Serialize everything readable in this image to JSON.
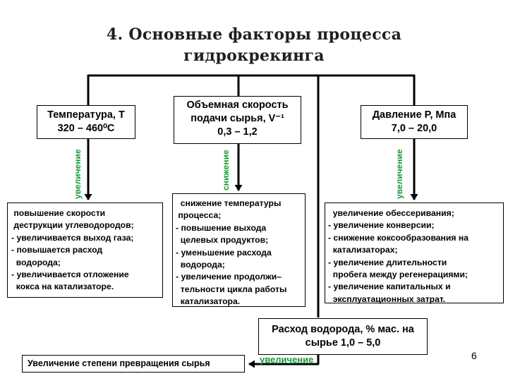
{
  "title": {
    "line1": "4. Основные факторы процесса",
    "line2": "гидрокрекинга"
  },
  "factors": {
    "temperature": {
      "line1": "Температура, Т",
      "line2": "320 – 460⁰С"
    },
    "space_velocity": {
      "line1": "Объемная скорость",
      "line2": "подачи сырья, V⁻¹",
      "line3": "0,3 – 1,2"
    },
    "pressure": {
      "line1": "Давление Р, Мпа",
      "line2": "7,0 – 20,0"
    },
    "hydrogen": {
      "line1": "Расход водорода, % мас. на",
      "line2": "сырье 1,0 – 5,0"
    }
  },
  "labels": {
    "increase_temp": "увеличение",
    "decrease_velocity": "снижение",
    "increase_pressure": "увеличение",
    "increase_hydrogen": "увеличение"
  },
  "effects": {
    "temperature": [
      " повышение скорости",
      " деструкции углеводородов;",
      "- увеличивается выход газа;",
      "- повышается расход",
      "  водорода;",
      "- увеличивается отложение",
      "  кокса на катализаторе."
    ],
    "velocity": [
      "  снижение температуры",
      " процесса;",
      "- повышение выхода",
      "  целевых продуктов;",
      "- уменьшение расхода",
      "  водорода;",
      "- увеличение продолжи–",
      "  тельности цикла работы",
      "  катализатора."
    ],
    "pressure": [
      "  увеличение обессеривания;",
      "- увеличение конверсии;",
      "- снижение коксообразования на",
      "  катализаторах;",
      "- увеличение длительности",
      "  пробега между регенерациями;",
      "- увеличение капитальных и",
      "  эксплуатационных затрат."
    ]
  },
  "result": "Увеличение степени превращения сырья",
  "page_number": "6"
}
